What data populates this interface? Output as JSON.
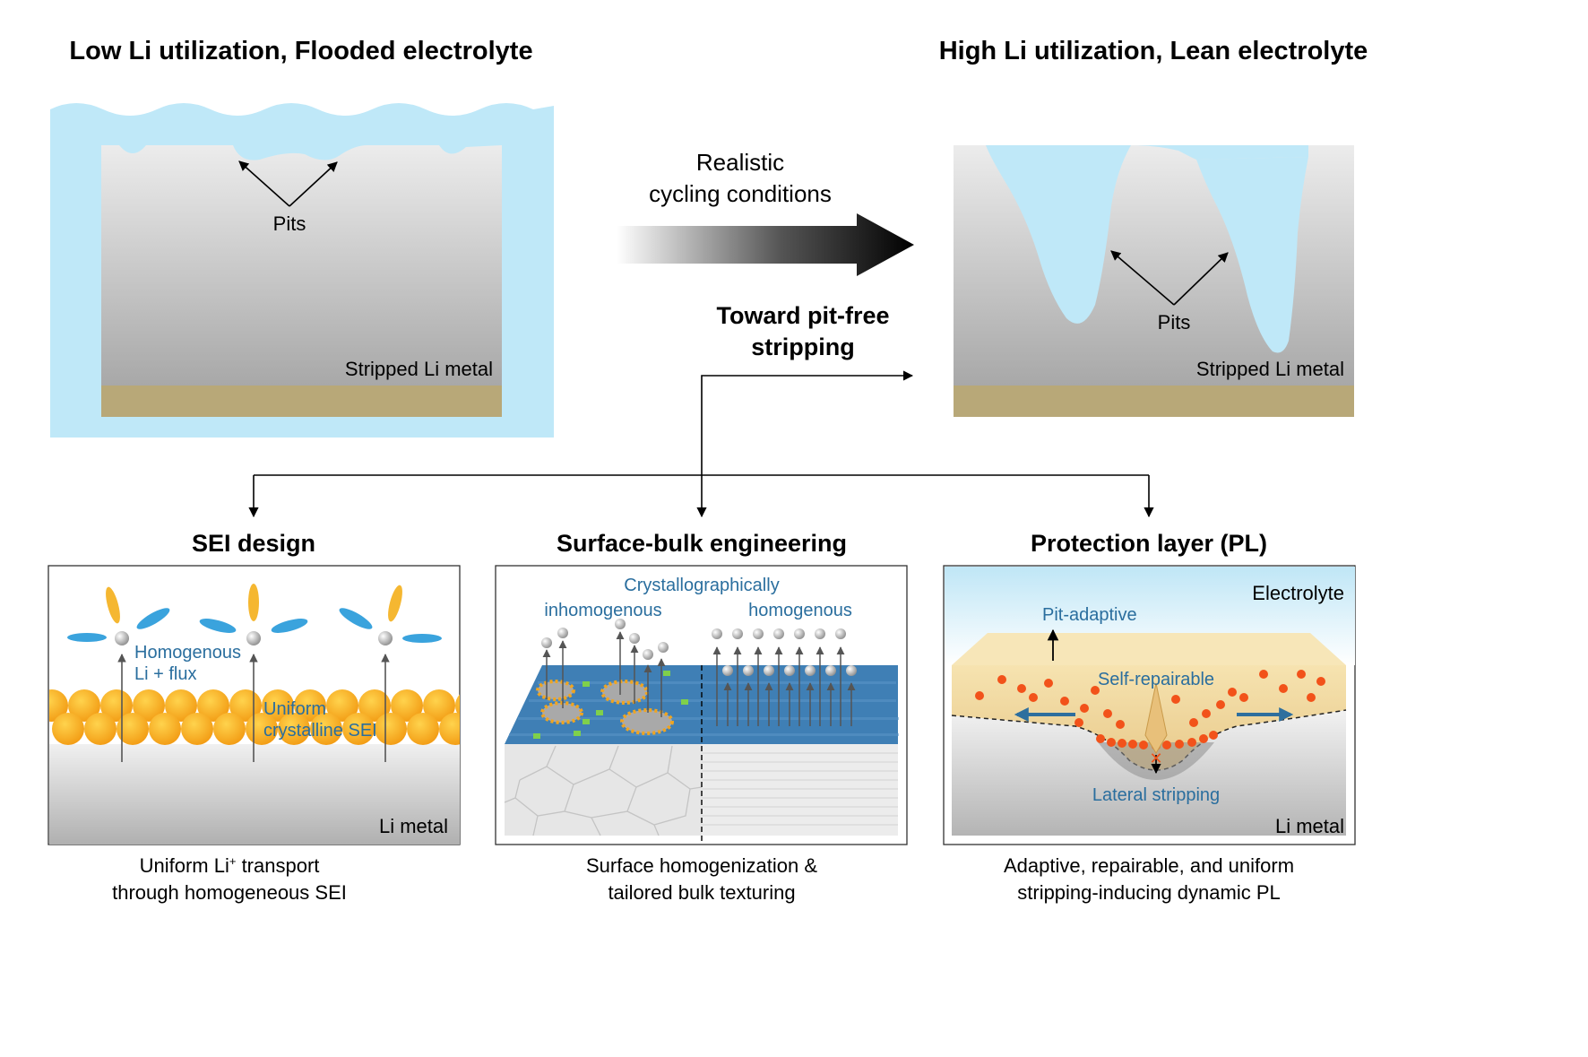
{
  "colors": {
    "electrolyte": "#bfe8f8",
    "li_metal_top": "#e9e9e9",
    "li_metal_bottom": "#a9a9a9",
    "current_collector": "#b8a878",
    "sei_sphere": "#f6a623",
    "blue_text": "#2a6e9e",
    "anion_blue": "#3aa3dd",
    "anion_orange": "#f5a623",
    "particle_red": "#f2521a"
  },
  "top_left": {
    "title": "Low Li utilization, Flooded electrolyte",
    "pits_label": "Pits",
    "metal_label": "Stripped Li metal"
  },
  "top_right": {
    "title": "High Li utilization, Lean electrolyte",
    "pits_label": "Pits",
    "metal_label": "Stripped Li metal"
  },
  "center": {
    "arrow_line1": "Realistic",
    "arrow_line2": "cycling conditions",
    "toward_line1": "Toward pit-free",
    "toward_line2": "stripping"
  },
  "panels": {
    "sei": {
      "title": "SEI design",
      "flux_line1": "Homogenous",
      "flux_line2": "Li + flux",
      "sei_line1": "Uniform",
      "sei_line2": "crystalline SEI",
      "metal_label": "Li metal",
      "caption_line1_a": "Uniform Li",
      "caption_line1_sup": "+",
      "caption_line1_b": " transport",
      "caption_line2": "through homogeneous SEI"
    },
    "surface": {
      "title": "Surface-bulk engineering",
      "cryst_label": "Crystallographically",
      "left_label": "inhomogenous",
      "right_label": "homogenous",
      "caption_line1": "Surface homogenization &",
      "caption_line2": "tailored bulk texturing"
    },
    "pl": {
      "title": "Protection layer (PL)",
      "electrolyte_label": "Electrolyte",
      "pit_adaptive": "Pit-adaptive",
      "self_repairable": "Self-repairable",
      "lateral": "Lateral stripping",
      "metal_label": "Li metal",
      "caption_line1": "Adaptive, repairable, and uniform",
      "caption_line2": "stripping-inducing dynamic PL"
    }
  }
}
